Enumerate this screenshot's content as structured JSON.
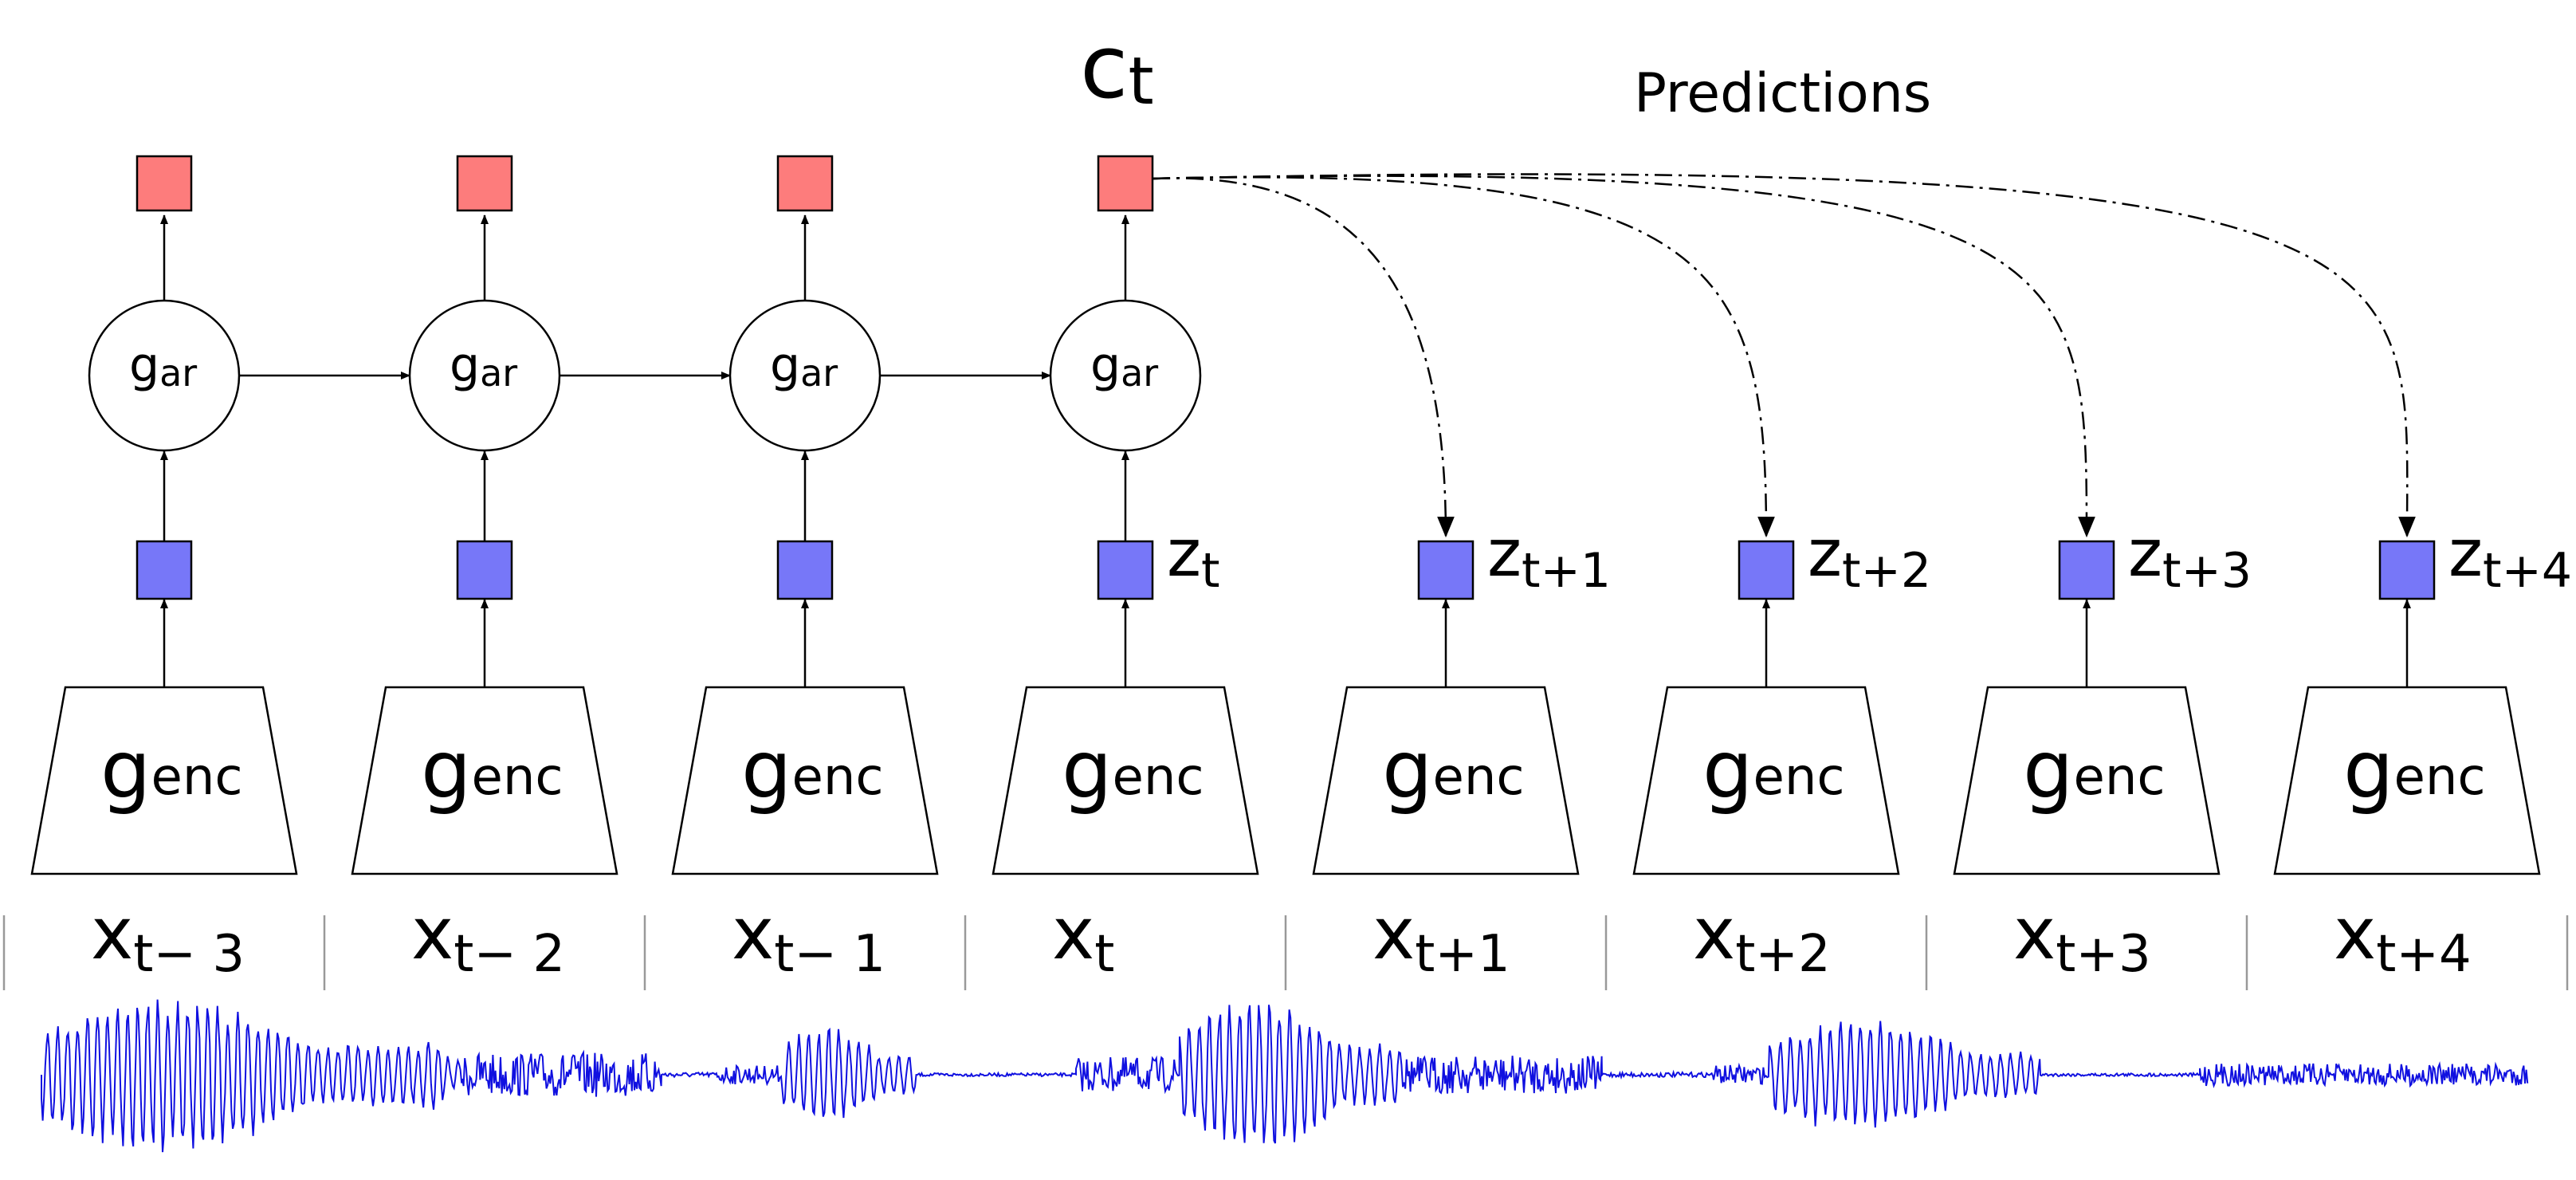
{
  "colors": {
    "context": "#fd7c7c",
    "latent": "#7777f8",
    "waveform": "#1010e0",
    "line": "#000000",
    "divider": "#999999"
  },
  "labels": {
    "context": "c",
    "context_sub": "t",
    "predictions": "Predictions",
    "autoregressive": "g",
    "autoregressive_sub": "ar",
    "encoder": "g",
    "encoder_sub": "enc",
    "latent": "z",
    "input": "x"
  },
  "timesteps": [
    {
      "input_sub": "t− 3",
      "latent_sub": ""
    },
    {
      "input_sub": "t− 2",
      "latent_sub": ""
    },
    {
      "input_sub": "t− 1",
      "latent_sub": ""
    },
    {
      "input_sub": "t",
      "latent_sub": "t"
    },
    {
      "input_sub": "t+1",
      "latent_sub": "t+1"
    },
    {
      "input_sub": "t+2",
      "latent_sub": "t+2"
    },
    {
      "input_sub": "t+3",
      "latent_sub": "t+3"
    },
    {
      "input_sub": "t+4",
      "latent_sub": "t+4"
    }
  ],
  "autoregressive_steps": 4,
  "prediction_targets": [
    4,
    5,
    6,
    7
  ]
}
